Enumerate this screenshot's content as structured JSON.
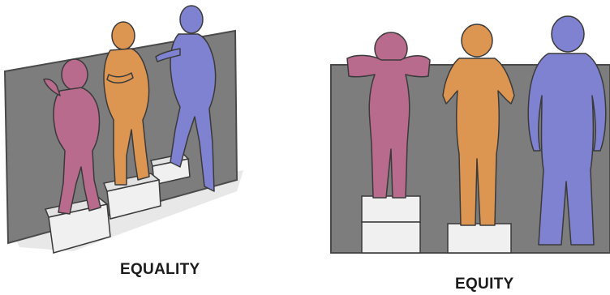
{
  "labels": {
    "left": "EQUALITY",
    "right": "EQUITY"
  },
  "colors": {
    "fence": "#7d7d7d",
    "fence_edge": "#4a4a4a",
    "crate": "#f0f0f0",
    "crate_shadow": "#c9c9c9",
    "pink_person": "#b96b8d",
    "orange_person": "#dd9652",
    "blue_person": "#7f82d0",
    "outline": "#3a3a3a"
  },
  "icons": [
    "person-figure",
    "wooden-crate",
    "fence"
  ]
}
